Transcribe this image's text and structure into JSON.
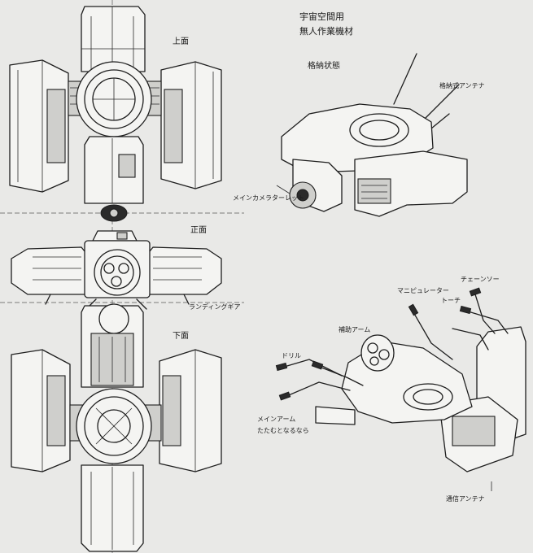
{
  "title": {
    "line1": "宇宙空間用",
    "line2": "無人作業機材"
  },
  "views": {
    "top": "上面",
    "front": "正面",
    "bottom": "下面"
  },
  "perspective": {
    "label": "格納状態"
  },
  "callouts": {
    "antenna_stowed": "格納式アンテナ",
    "main_camera_turret": "メインカメラターレット",
    "landing_gear": "ランディングギア",
    "chainsaw": "チェーンソー",
    "manipulator": "マニピュレーター",
    "torch": "トーチ",
    "drill": "ドリル",
    "sub_arm": "補助アーム",
    "main_arm": "メインアーム",
    "main_arm_note": "たたむとなるなら",
    "comm_antenna": "通信アンテナ"
  }
}
